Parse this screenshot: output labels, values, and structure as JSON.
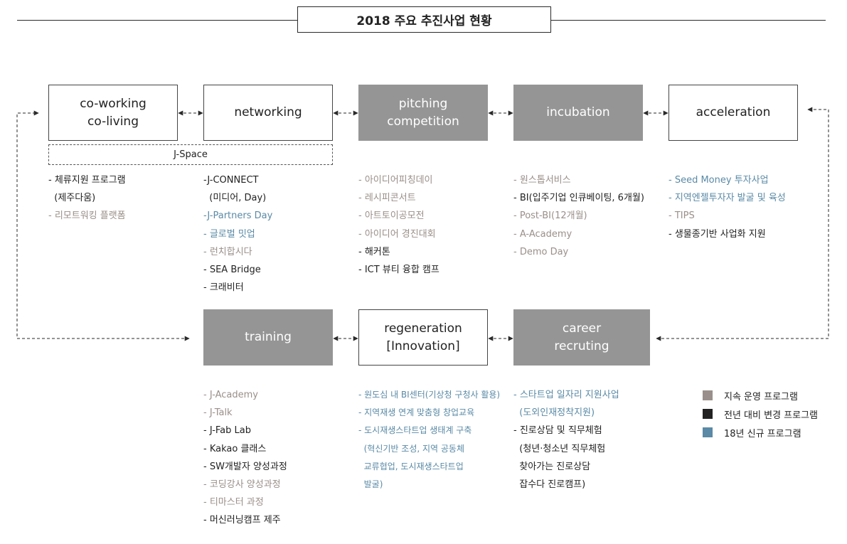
{
  "title": "2018 주요 추진사업 현황",
  "colors": {
    "continuing": "#9a8f8a",
    "changed": "#222222",
    "new": "#5a8aa6",
    "gray_box": "#959595"
  },
  "stages": {
    "coworking": [
      "co-working",
      "co-living"
    ],
    "networking": [
      "networking"
    ],
    "pitching": [
      "pitching",
      "competition"
    ],
    "incubation": [
      "incubation"
    ],
    "acceleration": [
      "acceleration"
    ],
    "training": [
      "training"
    ],
    "regeneration": [
      "regeneration",
      "[Innovation]"
    ],
    "career": [
      "career",
      "recruting"
    ]
  },
  "jspace_label": "J-Space",
  "lists": {
    "coworking": [
      {
        "text": "- 체류지원 프로그램",
        "status": "changed"
      },
      {
        "text": "  (제주다움)",
        "status": "changed"
      },
      {
        "text": "- 리모트워킹 플랫폼",
        "status": "continuing"
      }
    ],
    "networking": [
      {
        "text": "-J-CONNECT",
        "status": "changed"
      },
      {
        "text": "  (미디어, Day)",
        "status": "changed"
      },
      {
        "text": "-J-Partners Day",
        "status": "new"
      },
      {
        "text": "- 글로벌 밋업",
        "status": "new"
      },
      {
        "text": "- 런치합시다",
        "status": "continuing"
      },
      {
        "text": "- SEA Bridge",
        "status": "changed"
      },
      {
        "text": "- 크래비터",
        "status": "changed"
      }
    ],
    "pitching": [
      {
        "text": "- 아이디어피칭데이",
        "status": "continuing"
      },
      {
        "text": "- 레시피콘서트",
        "status": "continuing"
      },
      {
        "text": "- 아트토이공모전",
        "status": "continuing"
      },
      {
        "text": "- 아이디어 경진대회",
        "status": "continuing"
      },
      {
        "text": "- 해커톤",
        "status": "changed"
      },
      {
        "text": "- ICT 뷰티 융합 캠프",
        "status": "changed"
      }
    ],
    "incubation": [
      {
        "text": "- 원스톱서비스",
        "status": "continuing"
      },
      {
        "text": "- BI(입주기업 인큐베이팅, 6개월)",
        "status": "changed"
      },
      {
        "text": "- Post-BI(12개월)",
        "status": "continuing"
      },
      {
        "text": "- A-Academy",
        "status": "continuing"
      },
      {
        "text": "- Demo Day",
        "status": "continuing"
      }
    ],
    "acceleration": [
      {
        "text": "- Seed Money 투자사업",
        "status": "new"
      },
      {
        "text": "- 지역엔젤투자자 발굴 및 육성",
        "status": "new"
      },
      {
        "text": "- TIPS",
        "status": "continuing"
      },
      {
        "text": "- 생물종기반 사업화 지원",
        "status": "changed"
      }
    ],
    "training": [
      {
        "text": "- J-Academy",
        "status": "continuing"
      },
      {
        "text": "- J-Talk",
        "status": "continuing"
      },
      {
        "text": "- J-Fab Lab",
        "status": "changed"
      },
      {
        "text": "- Kakao 클래스",
        "status": "changed"
      },
      {
        "text": "- SW개발자 양성과정",
        "status": "changed"
      },
      {
        "text": "- 코딩강사 양성과정",
        "status": "continuing"
      },
      {
        "text": "- 티마스터 과정",
        "status": "continuing"
      },
      {
        "text": "- 머신러닝캠프 제주",
        "status": "changed"
      }
    ],
    "regeneration": [
      {
        "text": "- 원도심 내 BI센터(기상청 구청사 활용)",
        "status": "new"
      },
      {
        "text": "- 지역재생 연계 맞춤형 창업교육",
        "status": "new"
      },
      {
        "text": "- 도시재생스타트업 생태계 구축",
        "status": "new"
      },
      {
        "text": "  (혁신기반 조성, 지역 공동체",
        "status": "new"
      },
      {
        "text": "  교류협업, 도시재생스타트업",
        "status": "new"
      },
      {
        "text": "  발굴)",
        "status": "new"
      }
    ],
    "career": [
      {
        "text": "- 스타트업 일자리 지원사업",
        "status": "new"
      },
      {
        "text": "  (도외인재정착지원)",
        "status": "new"
      },
      {
        "text": "- 진로상담 및 직무체험",
        "status": "changed"
      },
      {
        "text": "  (청년·청소년 직무체험",
        "status": "changed"
      },
      {
        "text": "  찾아가는 진로상담",
        "status": "changed"
      },
      {
        "text": "  잡수다 진로캠프)",
        "status": "changed"
      }
    ]
  },
  "legend": [
    {
      "label": "지속 운영 프로그램",
      "color": "#9a8f8a"
    },
    {
      "label": "전년 대비 변경 프로그램",
      "color": "#222222"
    },
    {
      "label": "18년 신규 프로그램",
      "color": "#5a8aa6"
    }
  ]
}
